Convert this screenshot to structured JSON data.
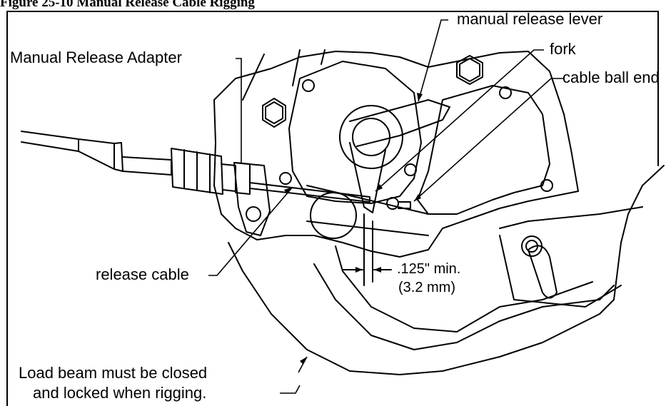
{
  "figure": {
    "title": "Figure 25-10 Manual Release Cable Rigging"
  },
  "labels": {
    "manual_release_lever": "manual release lever",
    "fork": "fork",
    "cable_ball_end": "cable ball end",
    "manual_release_adapter": "Manual Release Adapter",
    "release_cable": "release cable",
    "gap_dimension": ".125\" min.",
    "gap_metric": "(3.2 mm)",
    "note_line1": "Load beam must be closed",
    "note_line2": "and locked when rigging."
  }
}
